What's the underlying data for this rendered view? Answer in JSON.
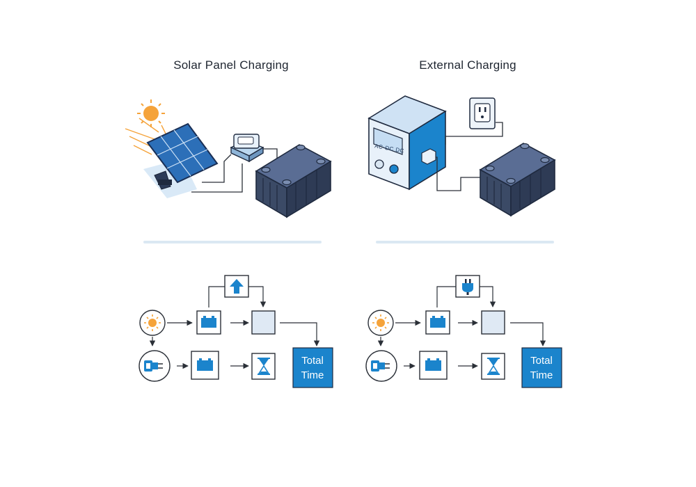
{
  "titles": {
    "left": "Solar Panel Charging",
    "right": "External Charging"
  },
  "charger_label": "AC-DC DC",
  "flow": {
    "left": {
      "source_icon": "sun-icon",
      "top_icon": "arrow-up-icon",
      "bottom_left_icon": "plug-icon",
      "final_label": [
        "Total",
        "Time"
      ]
    },
    "right": {
      "source_icon": "sun-icon",
      "top_icon": "power-plug-icon",
      "bottom_left_icon": "plug-icon",
      "final_label": [
        "Total",
        "Time"
      ]
    }
  },
  "colors": {
    "accent": "#1b84cc",
    "dark_navy": "#3b4a66",
    "sun": "#f5a33a",
    "panel_blue": "#2c6fb8",
    "line": "#2a2f37",
    "divider": "#dbe8f3"
  }
}
